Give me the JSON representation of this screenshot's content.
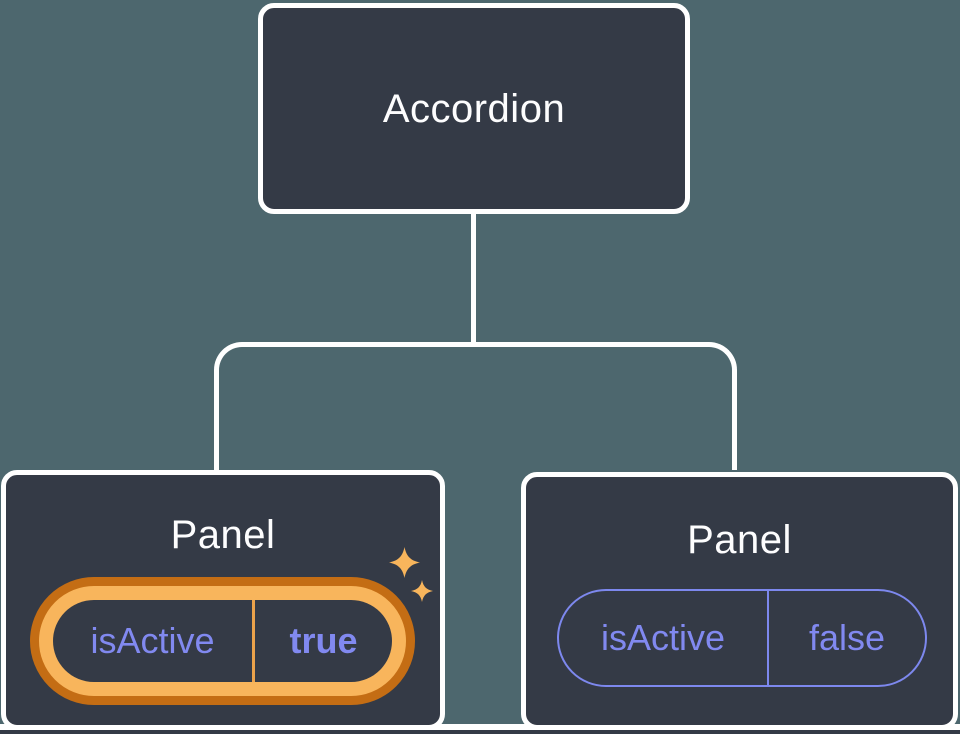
{
  "colors": {
    "background": "#4d676e",
    "node_fill": "#343a46",
    "node_border": "#ffffff",
    "connector": "#ffffff",
    "label_text": "#fdfdfe",
    "state_text": "#8189f0",
    "pill_outline": "#7d88ee",
    "highlight_ring_outer": "#c46d14",
    "highlight_ring_inner": "#f8b55c",
    "highlight_divider": "#eba24b",
    "sparkle": "#f8b55c"
  },
  "tree": {
    "root": {
      "label": "Accordion"
    },
    "children": [
      {
        "label": "Panel",
        "state": {
          "name": "isActive",
          "value": "true"
        },
        "highlighted": true
      },
      {
        "label": "Panel",
        "state": {
          "name": "isActive",
          "value": "false"
        },
        "highlighted": false
      }
    ]
  },
  "icons": {
    "sparkle_large": "four-point-star",
    "sparkle_small": "four-point-star"
  }
}
